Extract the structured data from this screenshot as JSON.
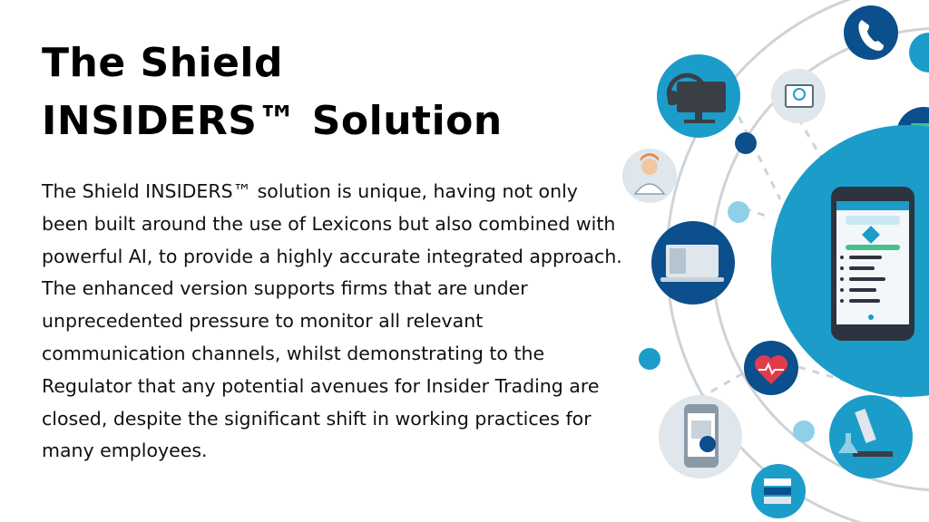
{
  "heading": {
    "line1": "The Shield",
    "line2": "INSIDERS™ Solution"
  },
  "body": "The Shield INSIDERS™ solution is unique, having not only been built around the use of Lexicons but also combined with powerful AI, to provide a highly accurate integrated approach. The enhanced version supports firms that are under unprecedented pressure to monitor all relevant communication channels, whilst demonstrating to the Regulator that any potential avenues for Insider Trading are closed, despite the significant shift in working practices for many employees.",
  "illustration": {
    "icons": [
      "phone-icon",
      "headset-monitor-icon",
      "email-icon",
      "chat-icon",
      "doctor-icon",
      "laptop-icon",
      "smartphone-app-icon",
      "heartbeat-icon",
      "calendar-phone-icon",
      "microscope-icon",
      "tablet-stack-icon"
    ],
    "colors": {
      "ring": "#d0d3d6",
      "light_circle": "#dfe6ec",
      "teal_circle": "#1b9cc9",
      "dark_dot": "#0b4f8c",
      "light_dot": "#8fd0e6",
      "heart_red": "#e23b4b"
    }
  }
}
